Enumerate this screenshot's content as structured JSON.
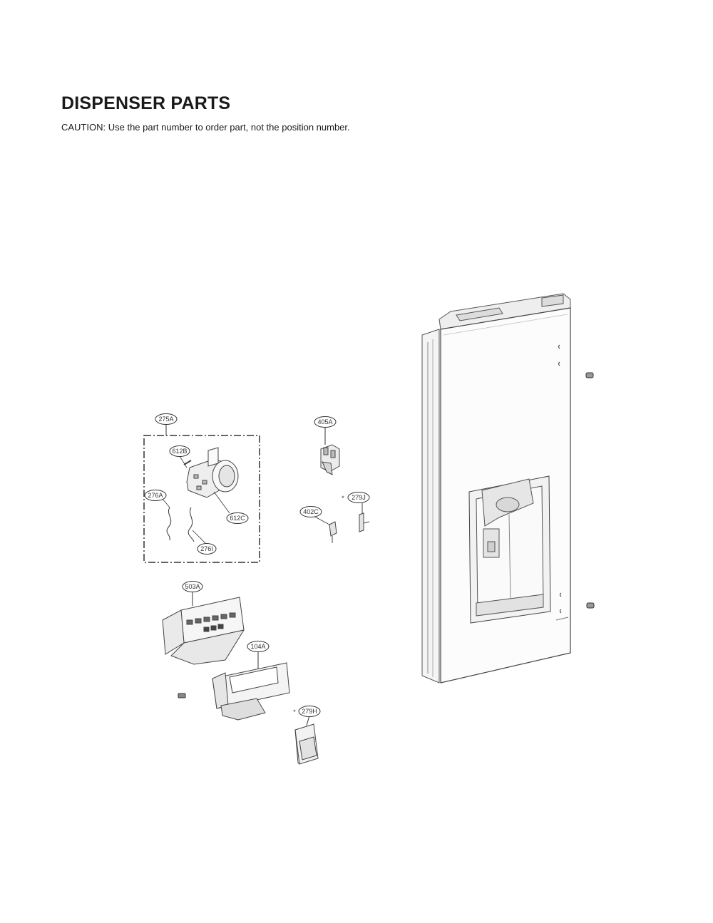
{
  "header": {
    "title": "DISPENSER PARTS",
    "caution": "CAUTION: Use the part number to order part, not the position number."
  },
  "labels": {
    "l275A": "275A",
    "l612B": "612B",
    "l276A": "276A",
    "l612C": "612C",
    "l276I": "276I",
    "l405A": "405A",
    "l279J": "279J",
    "l402C": "402C",
    "l503A": "503A",
    "l104A": "104A",
    "l279H": "279H"
  },
  "markers": {
    "asterisk": "*"
  }
}
